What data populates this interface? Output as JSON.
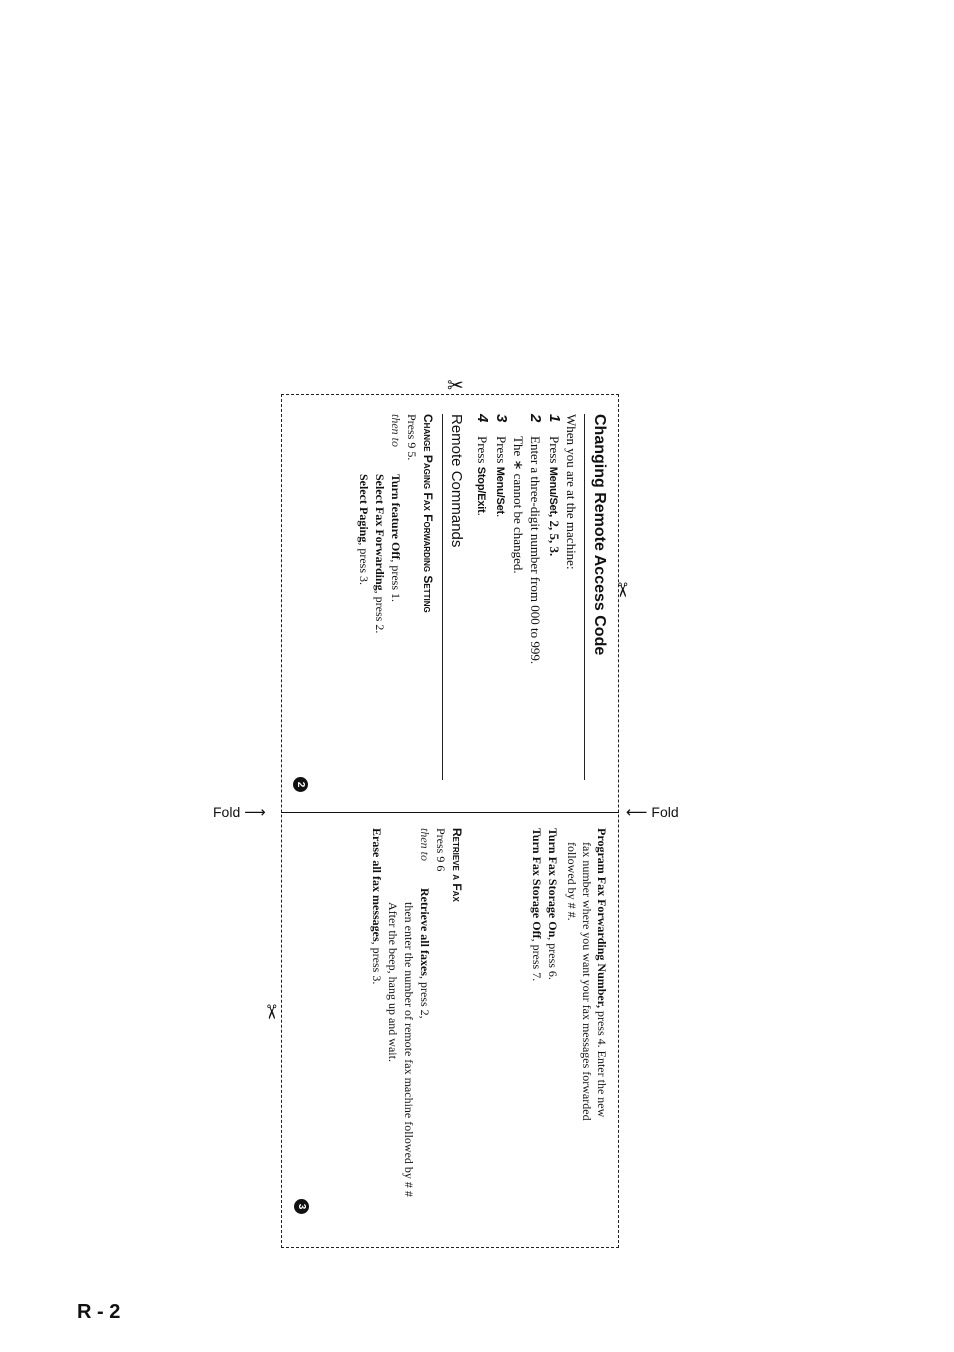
{
  "panel_top": {
    "heading": "Changing Remote Access Code",
    "intro": "When you are at the machine:",
    "steps": [
      {
        "num": "1",
        "pre": "Press ",
        "keys": "Menu/Set",
        "post": ", 2, 5, 3."
      },
      {
        "num": "2",
        "text": "Enter a three-digit number from 000 to 999.",
        "note": "The ∗ cannot be changed."
      },
      {
        "num": "3",
        "pre": "Press ",
        "keys": "Menu/Set",
        "post": "."
      },
      {
        "num": "4",
        "pre": "Press ",
        "keys": "Stop/Exit",
        "post": "."
      }
    ],
    "sub_heading": "Remote Commands",
    "section_title": "Change Paging Fax Forwarding Setting",
    "press_code": "Press 9 5.",
    "then_to": "then to",
    "options": [
      {
        "bold": "Turn feature Off",
        "rest": ", press 1."
      },
      {
        "bold": "Select Fax Forwarding",
        "rest": ", press 2."
      },
      {
        "bold": "Select Paging",
        "rest": ", press 3."
      }
    ],
    "badge": "2"
  },
  "panel_bottom": {
    "program_bold": "Program Fax Forwarding Number,",
    "program_rest": " press 4. Enter the new",
    "program_line2": "fax number where you want your fax messages forwarded",
    "program_line3": "followed by # #.",
    "storage_on_bold": "Turn Fax Storage On",
    "storage_on_rest": ", press 6.",
    "storage_off_bold": "Turn Fax Storage Off",
    "storage_off_rest": ", press 7.",
    "section_title": "Retrieve a Fax",
    "press_code": "Press 9 6",
    "then_to": "then to",
    "retrieve_bold": "Retrieve all faxes",
    "retrieve_rest": ", press 2,",
    "retrieve_line2": "then enter the number of remote fax machine followed by # #",
    "retrieve_line3": "After the beep, hang up and wait.",
    "erase_bold": "Erase all fax messages",
    "erase_rest": ", press 3.",
    "badge": "3"
  },
  "fold_label": "Fold",
  "page_number": "R - 2"
}
